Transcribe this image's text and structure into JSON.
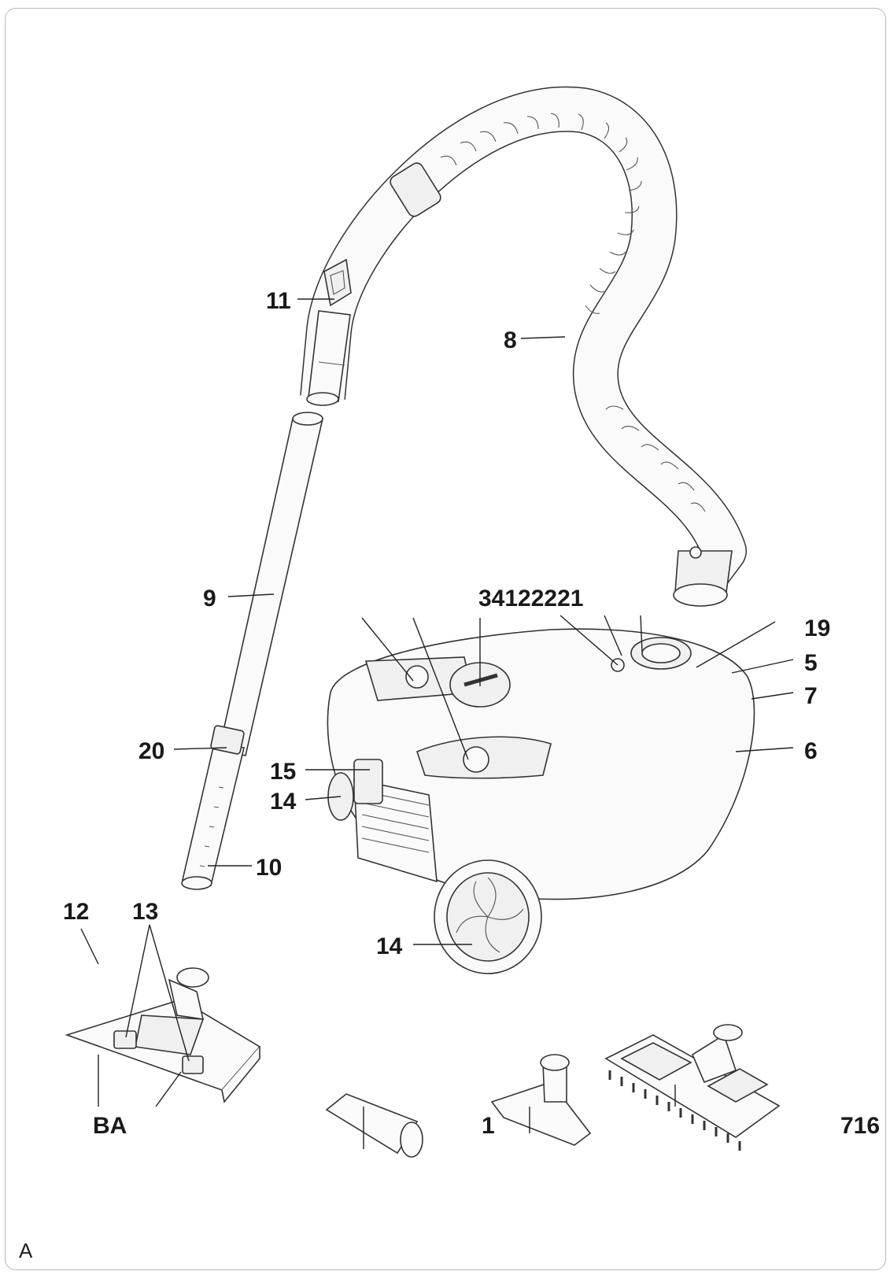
{
  "figure_letter": "A",
  "callouts": {
    "c11": "11",
    "c8": "8",
    "c9": "9",
    "c20": "20",
    "c15": "15",
    "c14a": "14",
    "c10": "10",
    "c12": "12",
    "c13": "13",
    "c14b": "14",
    "top_group": "34122221",
    "c19": "19",
    "c5": "5",
    "c7": "7",
    "c6": "6",
    "bottom_ba": "BA",
    "bottom_1": "1",
    "bottom_716": "716"
  }
}
